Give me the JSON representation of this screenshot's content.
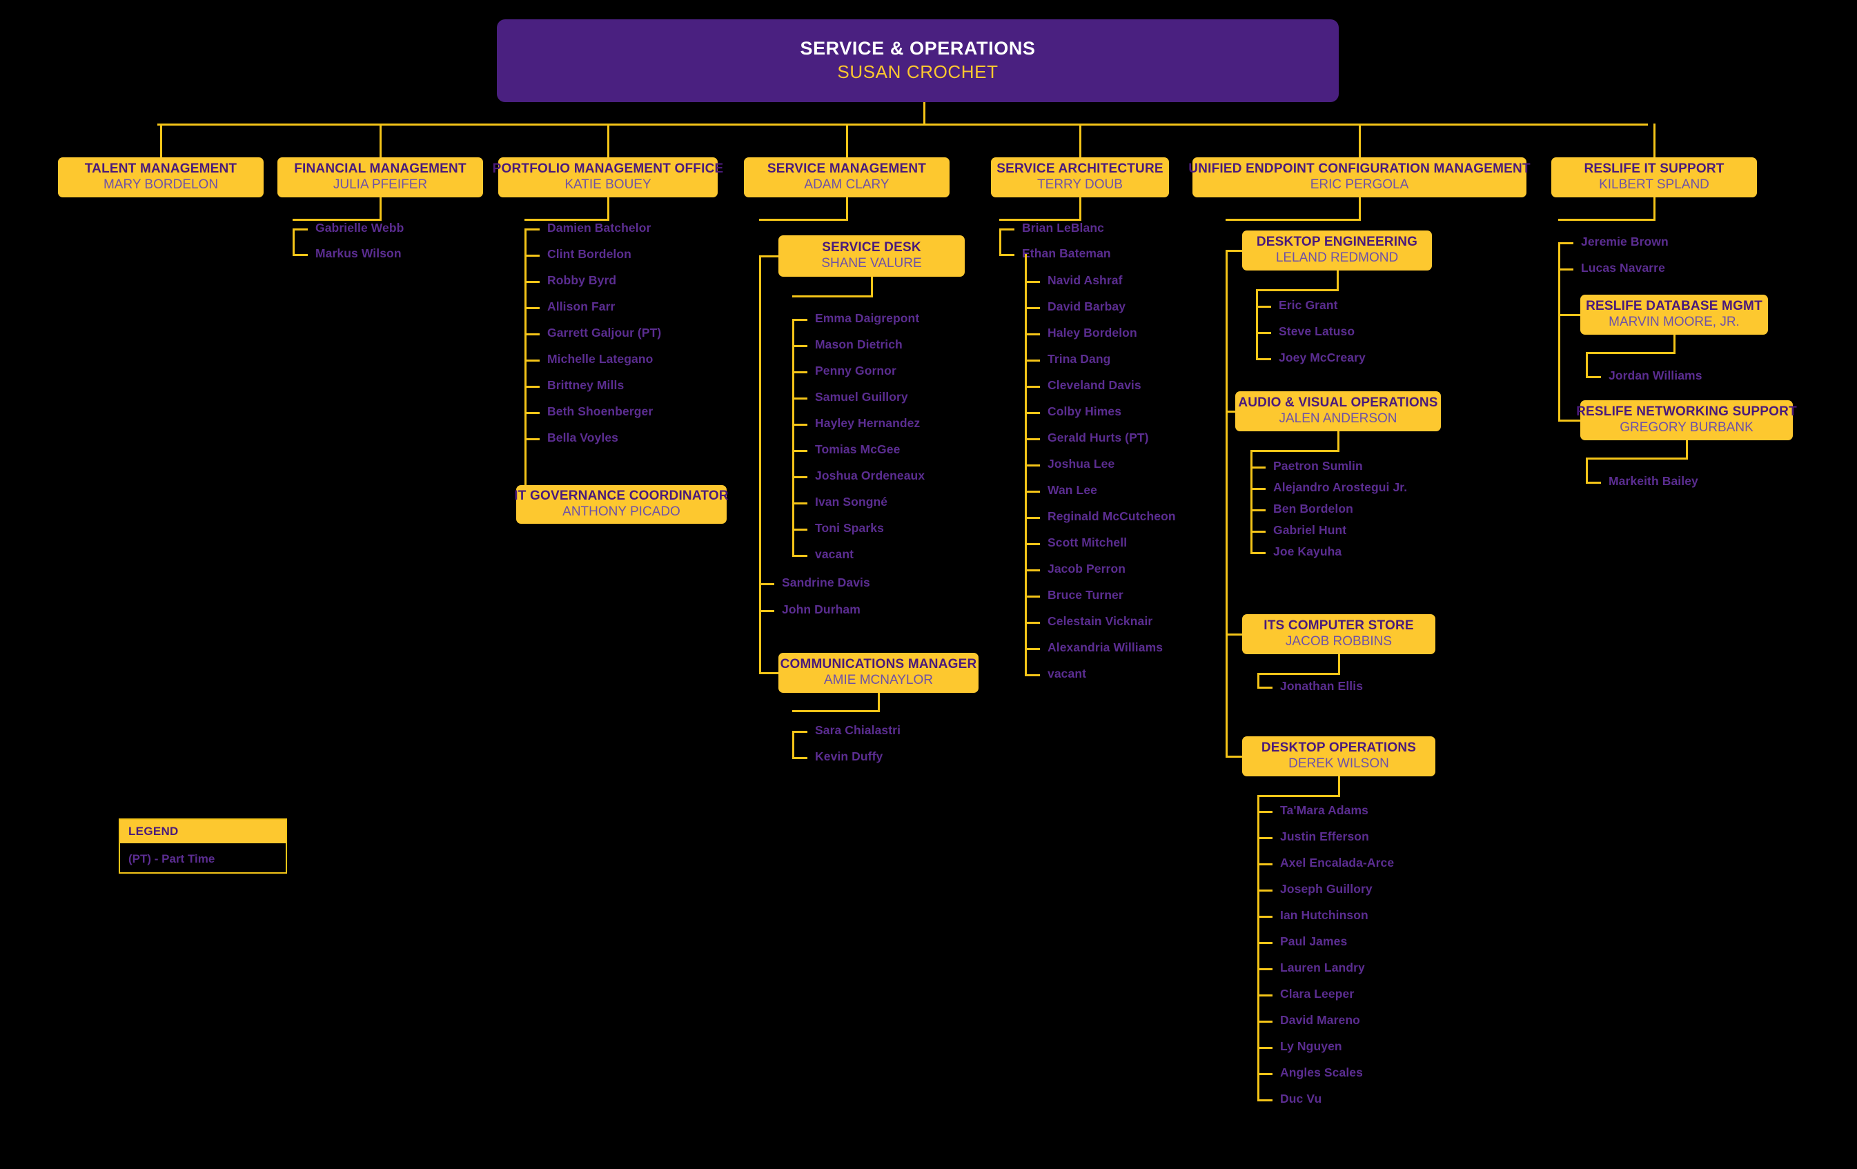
{
  "colors": {
    "background": "#000000",
    "accent_gold": "#FDC82F",
    "line_gold": "#F5C518",
    "root_purple": "#4A2080",
    "title_purple": "#4A1A7B",
    "subtitle_purple": "#6E51A8",
    "leaf_purple": "#5B2D91",
    "root_title_white": "#FFFFFF"
  },
  "root": {
    "title": "SERVICE & OPERATIONS",
    "name": "SUSAN CROCHET"
  },
  "divisions": [
    {
      "id": "talent",
      "title": "TALENT MANAGEMENT",
      "name": "MARY BORDELON"
    },
    {
      "id": "financial",
      "title": "FINANCIAL MANAGEMENT",
      "name": "JULIA PFEIFER"
    },
    {
      "id": "portfolio",
      "title": "PORTFOLIO MANAGEMENT OFFICE",
      "name": "KATIE BOUEY"
    },
    {
      "id": "svcmgmt",
      "title": "SERVICE MANAGEMENT",
      "name": "ADAM CLARY"
    },
    {
      "id": "svcarch",
      "title": "SERVICE ARCHITECTURE",
      "name": "TERRY DOUB"
    },
    {
      "id": "uecm",
      "title": "UNIFIED ENDPOINT CONFIGURATION MANAGEMENT",
      "name": "ERIC PERGOLA"
    },
    {
      "id": "reslife",
      "title": "RESLIFE IT SUPPORT",
      "name": "KILBERT SPLAND"
    }
  ],
  "subunits": [
    {
      "id": "servicedesk",
      "title": "SERVICE DESK",
      "name": "SHANE VALURE"
    },
    {
      "id": "itgov",
      "title": "IT GOVERNANCE COORDINATOR",
      "name": "ANTHONY PICADO"
    },
    {
      "id": "commsmgr",
      "title": "COMMUNICATIONS MANAGER",
      "name": "AMIE MCNAYLOR"
    },
    {
      "id": "desktopeng",
      "title": "DESKTOP ENGINEERING",
      "name": "LELAND REDMOND"
    },
    {
      "id": "avops",
      "title": "AUDIO & VISUAL OPERATIONS",
      "name": "JALEN ANDERSON"
    },
    {
      "id": "computerstore",
      "title": "ITS COMPUTER STORE",
      "name": "JACOB ROBBINS"
    },
    {
      "id": "desktopops",
      "title": "DESKTOP OPERATIONS",
      "name": "DEREK WILSON"
    },
    {
      "id": "resdb",
      "title": "RESLIFE DATABASE MGMT",
      "name": "MARVIN MOORE, JR."
    },
    {
      "id": "resnet",
      "title": "RESLIFE NETWORKING SUPPORT",
      "name": "GREGORY BURBANK"
    }
  ],
  "staff": {
    "financial": [
      "Gabrielle Webb",
      "Markus Wilson"
    ],
    "portfolio": [
      "Damien Batchelor",
      "Clint Bordelon",
      "Robby Byrd",
      "Allison Farr",
      "Garrett Galjour (PT)",
      "Michelle Lategano",
      "Brittney Mills",
      "Beth Shoenberger",
      "Bella Voyles"
    ],
    "servicedesk": [
      "Emma Daigrepont",
      "Mason Dietrich",
      "Penny Gornor",
      "Samuel Guillory",
      "Hayley Hernandez",
      "Tomias McGee",
      "Joshua Ordeneaux",
      "Ivan Songné",
      "Toni Sparks",
      "vacant"
    ],
    "svcmgmt_direct": [
      "Sandrine Davis",
      "John Durham"
    ],
    "commsmgr": [
      "Sara Chialastri",
      "Kevin Duffy"
    ],
    "svcarch_direct": [
      "Brian LeBlanc",
      "Ethan Bateman"
    ],
    "bateman": [
      "Navid Ashraf",
      "David Barbay",
      "Haley Bordelon",
      "Trina Dang",
      "Cleveland Davis",
      "Colby Himes",
      "Gerald Hurts (PT)",
      "Joshua Lee",
      "Wan Lee",
      "Reginald McCutcheon",
      "Scott Mitchell",
      "Jacob Perron",
      "Bruce Turner",
      "Celestain Vicknair",
      "Alexandria Williams",
      "vacant"
    ],
    "desktopeng": [
      "Eric Grant",
      "Steve Latuso",
      "Joey McCreary"
    ],
    "avops": [
      "Paetron Sumlin",
      "Alejandro Arostegui Jr.",
      "Ben Bordelon",
      "Gabriel Hunt",
      "Joe Kayuha"
    ],
    "computerstore": [
      "Jonathan Ellis"
    ],
    "desktopops": [
      "Ta'Mara Adams",
      "Justin Efferson",
      "Axel Encalada-Arce",
      "Joseph Guillory",
      "Ian Hutchinson",
      "Paul James",
      "Lauren Landry",
      "Clara Leeper",
      "David Mareno",
      "Ly Nguyen",
      "Angles Scales",
      "Duc Vu"
    ],
    "reslife_direct": [
      "Jeremie Brown",
      "Lucas Navarre"
    ],
    "resdb": [
      "Jordan Williams"
    ],
    "resnet": [
      "Markeith Bailey"
    ]
  },
  "legend": {
    "heading": "LEGEND",
    "entry": "(PT) - Part Time"
  }
}
